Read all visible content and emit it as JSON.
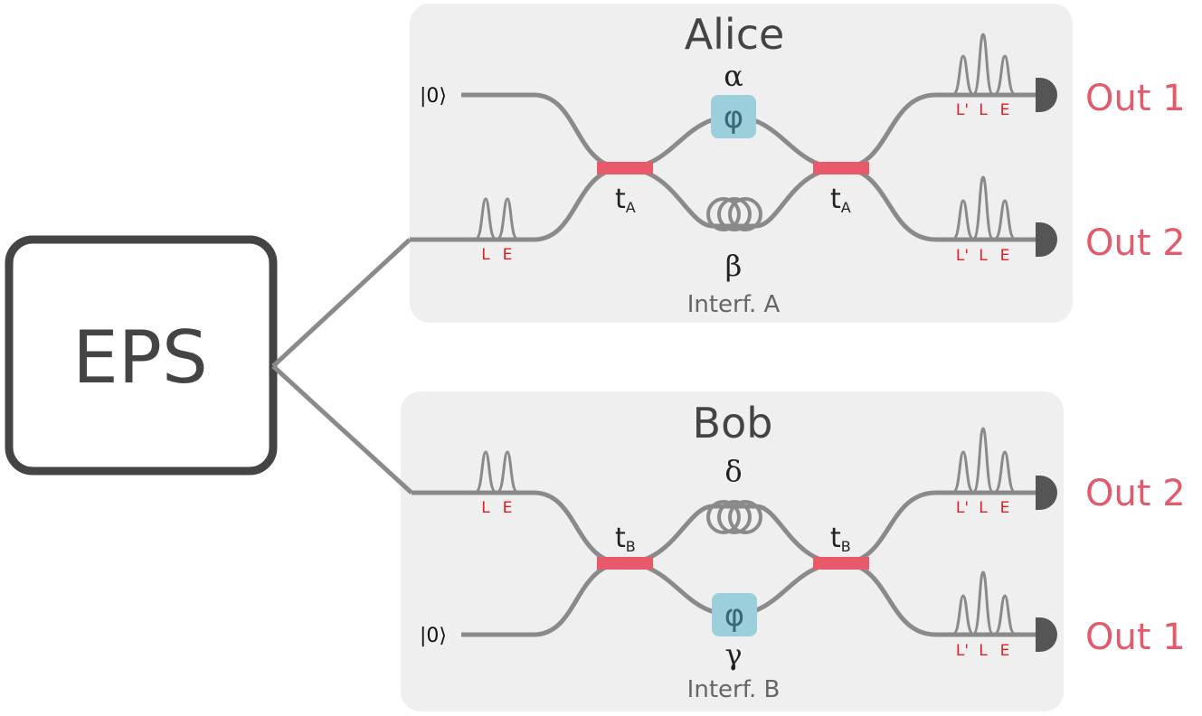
{
  "source": {
    "label": "EPS"
  },
  "alice": {
    "title": "Alice",
    "interferometer_label": "Interf. A",
    "input_state": "|0⟩",
    "phase_symbol": "φ",
    "arm_top_label": "α",
    "arm_bottom_label": "β",
    "coupler_base": "t",
    "coupler_sub": "A",
    "input_pulses": [
      "L",
      "E"
    ],
    "output_pulses": [
      "L'",
      "L",
      "E"
    ],
    "out_top": "Out 1",
    "out_bottom": "Out 2"
  },
  "bob": {
    "title": "Bob",
    "interferometer_label": "Interf. B",
    "input_state": "|0⟩",
    "phase_symbol": "φ",
    "arm_top_label": "δ",
    "arm_bottom_label": "γ",
    "coupler_base": "t",
    "coupler_sub": "B",
    "input_pulses": [
      "L",
      "E"
    ],
    "output_pulses": [
      "L'",
      "L",
      "E"
    ],
    "out_top": "Out 2",
    "out_bottom": "Out 1"
  },
  "colors": {
    "fiber": "#8a8a8a",
    "coupler": "#e8596a",
    "phase_box": "#9ccfdc",
    "panel": "#efefef",
    "detector": "#555555",
    "output_text": "#e05c6c",
    "pulse_label": "#e02020",
    "dark_text": "#444444"
  }
}
